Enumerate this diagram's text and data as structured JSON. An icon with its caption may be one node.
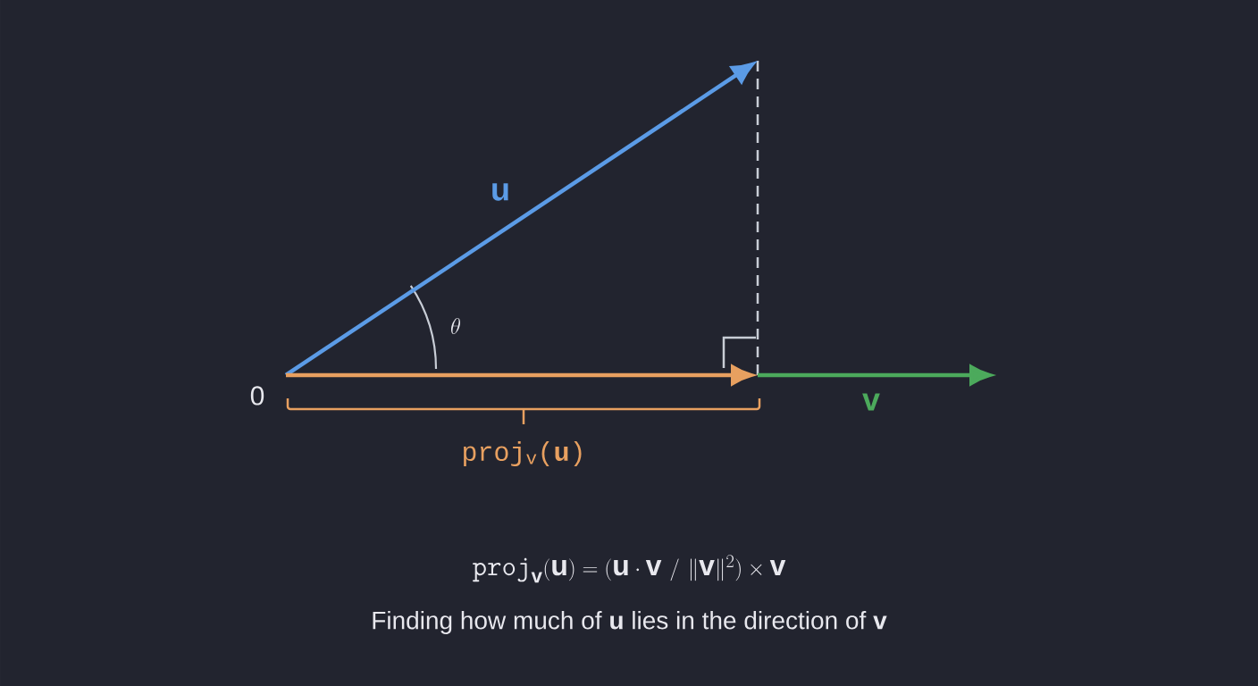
{
  "diagram": {
    "caption": "Finding how much of **u** lies in the direction of **v**",
    "labels": [
      "**u**",
      "\\theta",
      "0",
      "**v**",
      "proj$_{v}$(**u**)",
      "\\mathtt{proj}_{\\mathbf{v}}(\\mathbf{u}) = \\bigl(\\mathbf{u}\\cdot\\mathbf{v}\\ /\\ \\|\\mathbf{v}\\|^{2}\\bigr) \\times \\mathbf{v}"
    ]
  }
}
